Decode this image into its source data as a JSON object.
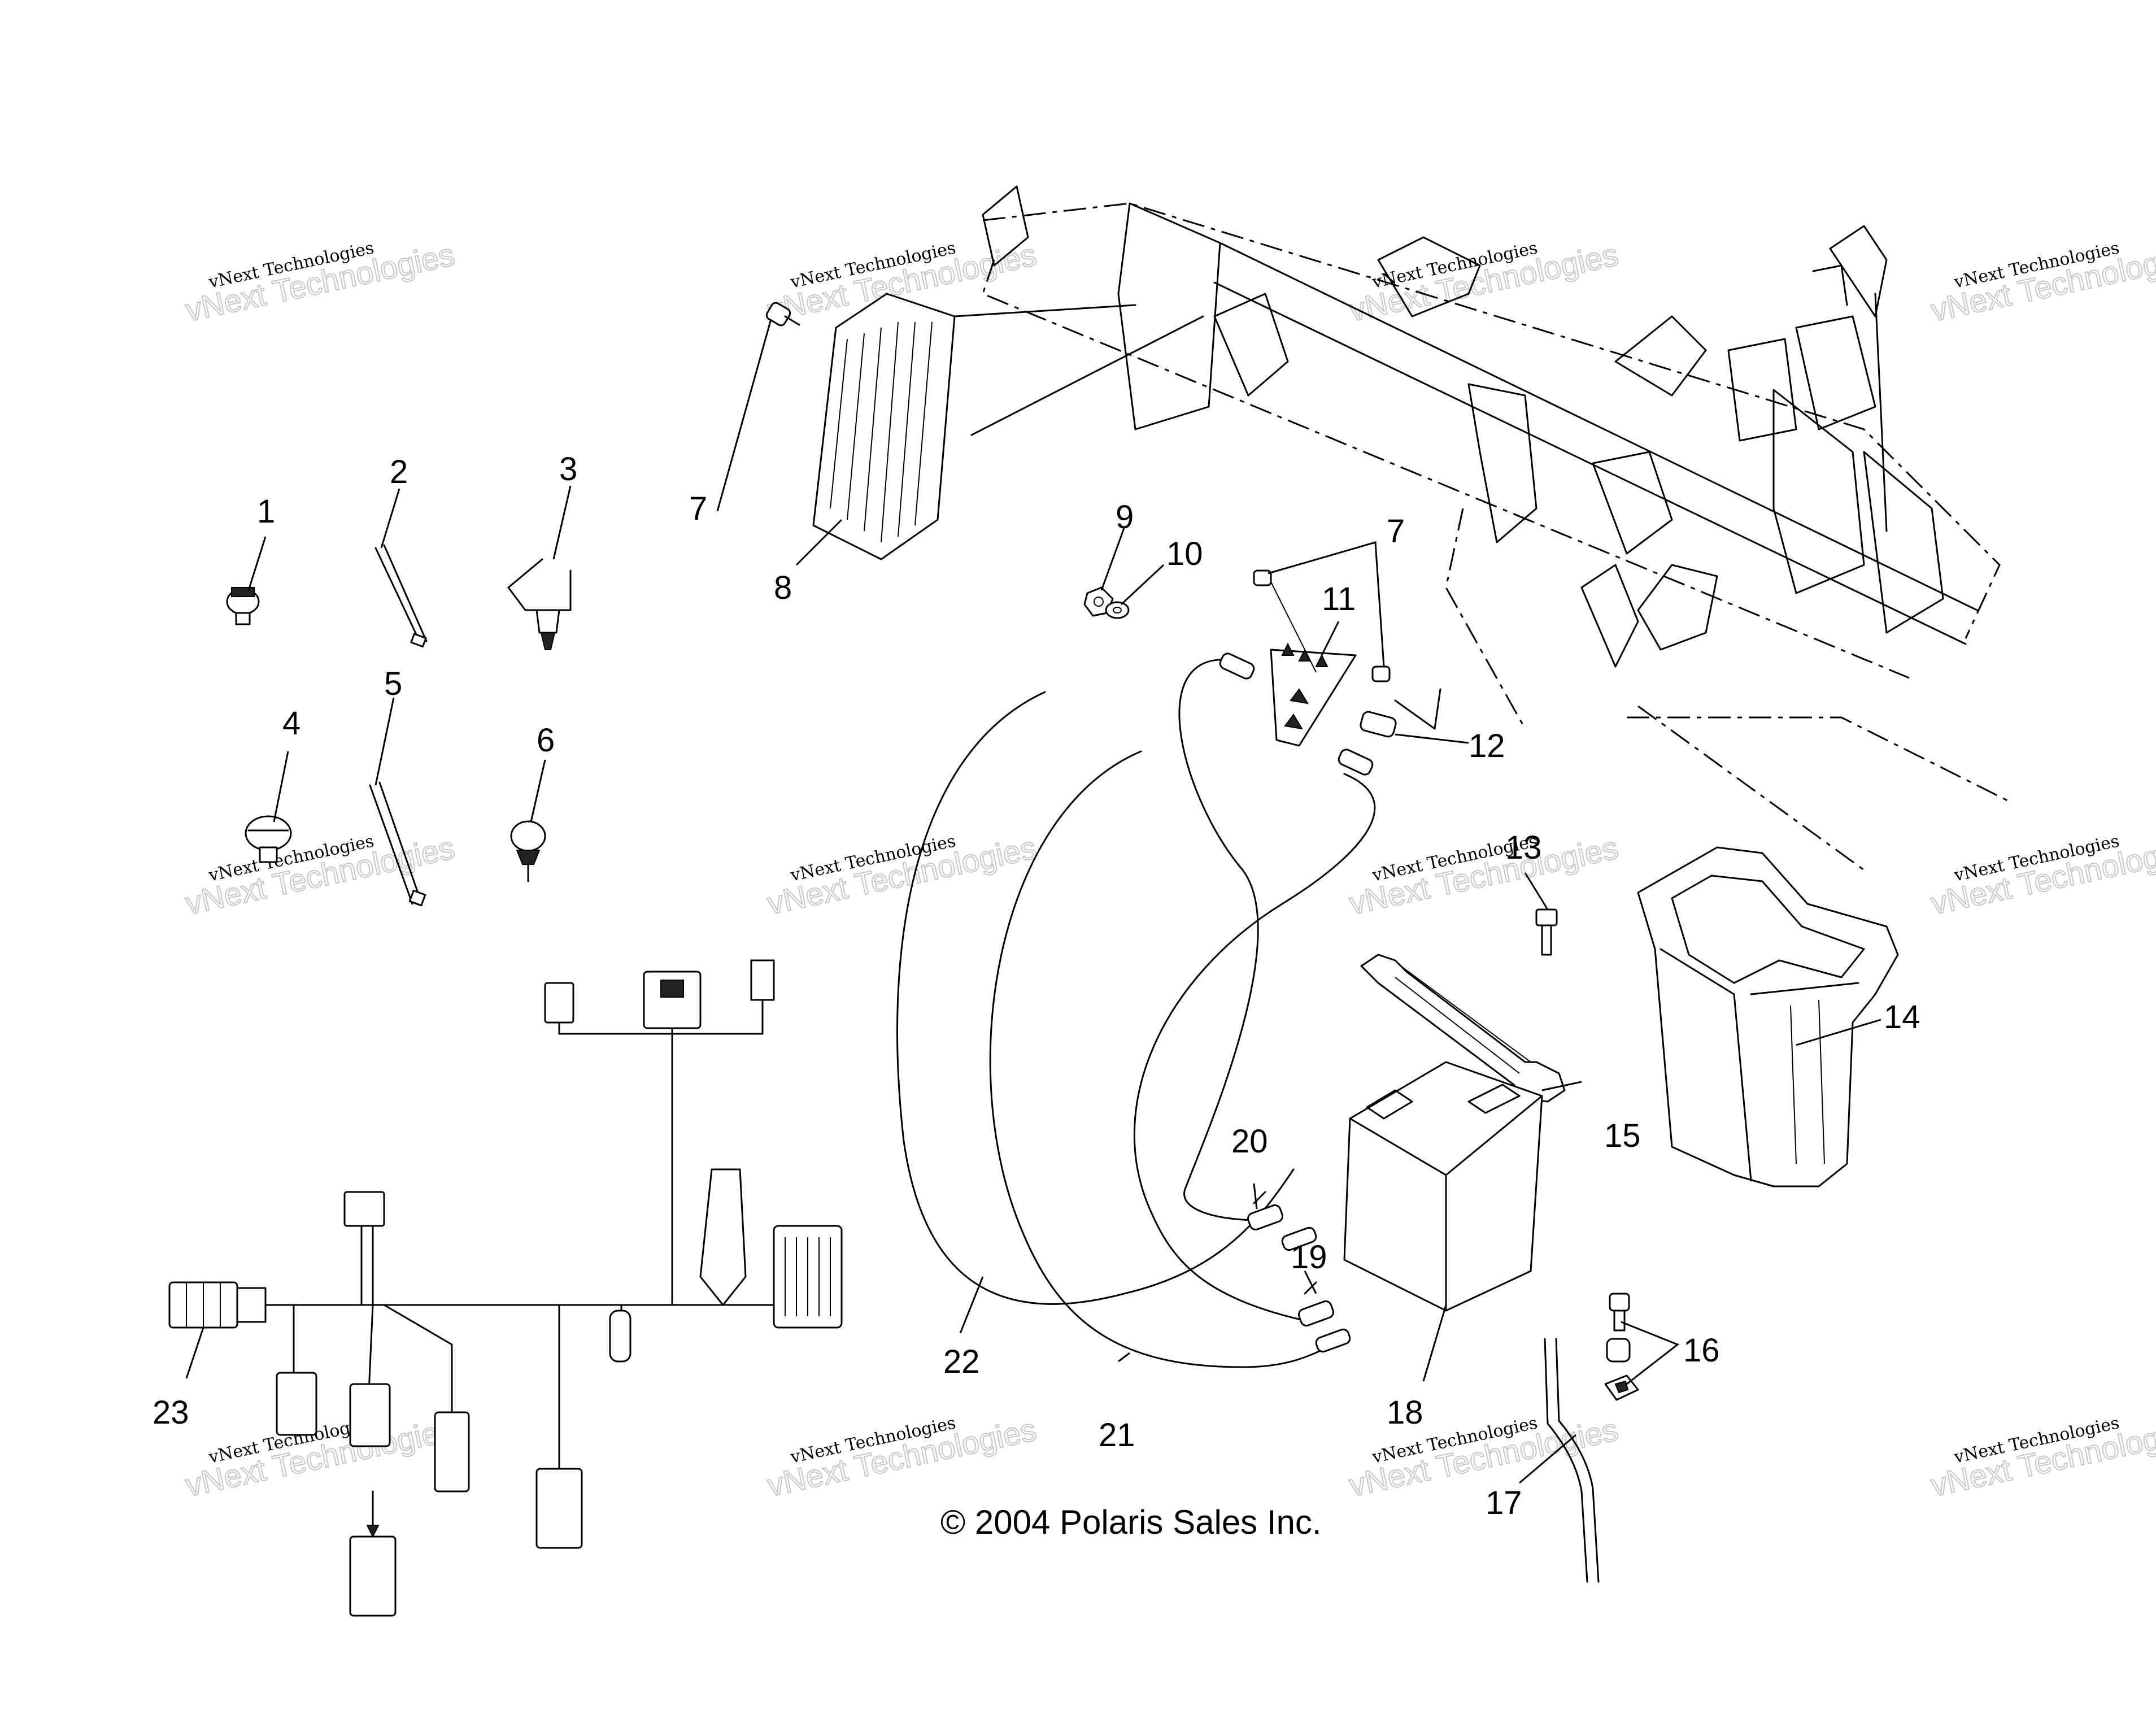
{
  "copyright": "© 2004 Polaris Sales Inc.",
  "watermark": {
    "line1": "vNext Technologies",
    "line2": "vNext Technologies"
  },
  "callouts": [
    "1",
    "2",
    "3",
    "4",
    "5",
    "6",
    "7",
    "7",
    "8",
    "9",
    "10",
    "11",
    "12",
    "13",
    "14",
    "15",
    "16",
    "17",
    "18",
    "19",
    "20",
    "21",
    "22",
    "23"
  ]
}
